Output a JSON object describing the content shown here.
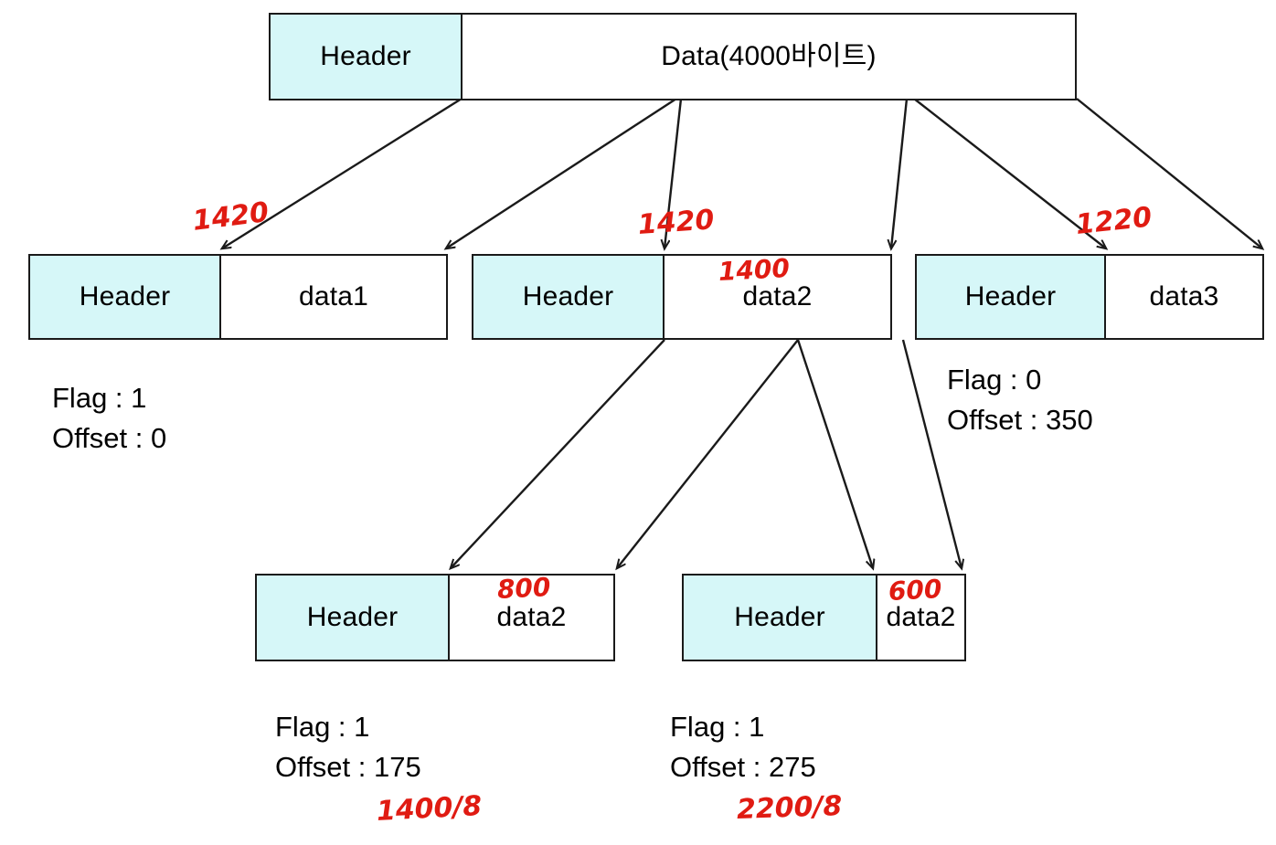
{
  "diagram": {
    "title_box": {
      "header_label": "Header",
      "data_label": "Data(4000바이트)"
    },
    "colors": {
      "header_fill": "#d6f7f8",
      "stroke": "#1a1a1a",
      "annotation": "#e01b12",
      "background": "#ffffff"
    },
    "row2": [
      {
        "header_label": "Header",
        "payload_label": "data1",
        "flag_line": "Flag : 1",
        "offset_line": "Offset : 0",
        "size_annotation": "1420"
      },
      {
        "header_label": "Header",
        "payload_label": "data2",
        "payload_annotation": "1400",
        "size_annotation": "1420"
      },
      {
        "header_label": "Header",
        "payload_label": "data3",
        "flag_line": "Flag : 0",
        "offset_line": "Offset : 350",
        "size_annotation": "1220"
      }
    ],
    "row3": [
      {
        "header_label": "Header",
        "payload_label": "data2",
        "payload_annotation": "800",
        "flag_line": "Flag : 1",
        "offset_line": "Offset : 175",
        "formula": "1400/8"
      },
      {
        "header_label": "Header",
        "payload_label": "data2",
        "payload_annotation": "600",
        "flag_line": "Flag : 1",
        "offset_line": "Offset : 275",
        "formula": "2200/8"
      }
    ]
  }
}
